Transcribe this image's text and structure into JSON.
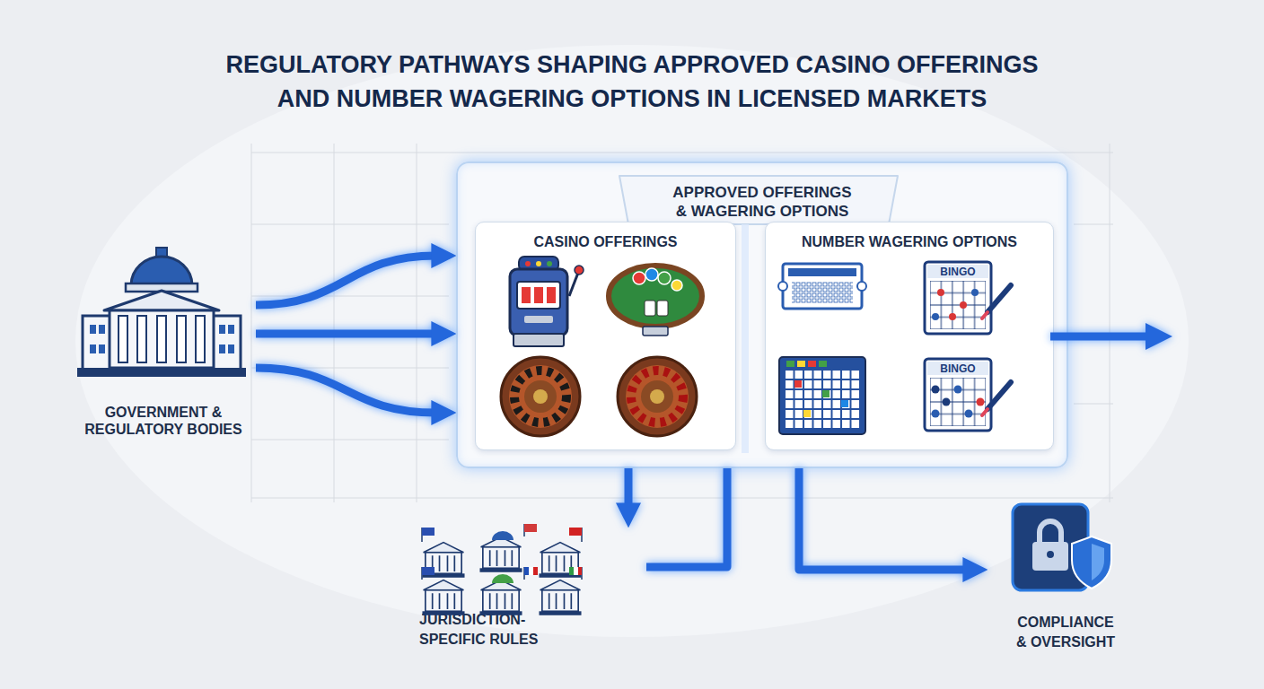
{
  "diagram": {
    "title": "REGULATORY PATHWAYS SHAPING APPROVED CASINO OFFERINGS AND NUMBER WAGERING OPTIONS IN LICENSED MARKETS",
    "nodes": [
      {
        "text": [
          "GOVERNMENT & REGULATORY BODIES"
        ]
      },
      {
        "text": [
          "APPROVED OFFERINGS & WAGERING OPTIONS"
        ]
      },
      {
        "text": [
          "CASINO OFFERINGS"
        ],
        "in": 1
      },
      {
        "text": [
          "NUMBER WAGERING OPTIONS"
        ],
        "in": 1
      },
      {
        "text": [
          "JURISDICTION-SPECIFIC RULES"
        ]
      },
      {
        "text": [
          "COMPLIANCE & OVERSIGHT"
        ]
      }
    ],
    "edges": [
      {
        "from": 0,
        "to": 1,
        "arrow": "to"
      },
      {
        "from": 0,
        "to": 1,
        "arrow": "to"
      },
      {
        "from": 0,
        "to": 1,
        "arrow": "to"
      },
      {
        "from": 1,
        "to": 4,
        "arrow": "to"
      },
      {
        "from": 4,
        "to": 1,
        "arrow": "none"
      },
      {
        "from": 1,
        "to": 5,
        "arrow": "to"
      }
    ],
    "labels": [
      "BINGO",
      "BINGO"
    ]
  }
}
